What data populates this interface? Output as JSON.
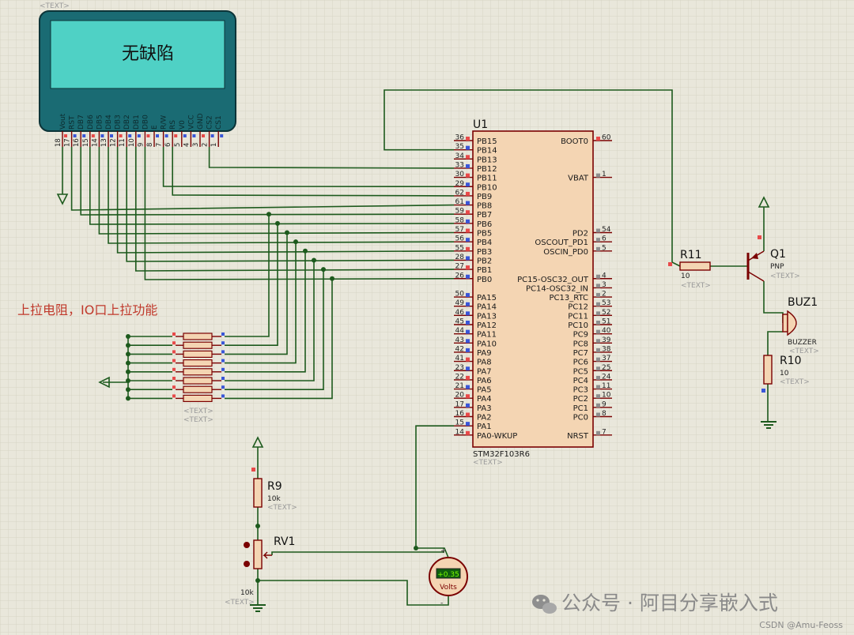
{
  "lcd": {
    "text_tag": "<TEXT>",
    "display_text": "无缺陷",
    "pin_labels": [
      "Vout",
      "RST",
      "DB7",
      "DB6",
      "DB5",
      "DB4",
      "DB3",
      "DB2",
      "DB1",
      "DB0",
      "E",
      "R/W",
      "RS",
      "V0",
      "VCC",
      "GND",
      "CS2",
      "CS1"
    ],
    "pin_numbers": [
      "18",
      "17",
      "16",
      "15",
      "14",
      "13",
      "12",
      "11",
      "10",
      "9",
      "8",
      "7",
      "6",
      "5",
      "4",
      "3",
      "2",
      "1"
    ]
  },
  "mcu": {
    "ref": "U1",
    "part": "STM32F103R6",
    "text_tag": "<TEXT>",
    "left_pins": [
      {
        "name": "PB15",
        "num": "36"
      },
      {
        "name": "PB14",
        "num": "35"
      },
      {
        "name": "PB13",
        "num": "34"
      },
      {
        "name": "PB12",
        "num": "33"
      },
      {
        "name": "PB11",
        "num": "30"
      },
      {
        "name": "PB10",
        "num": "29"
      },
      {
        "name": "PB9",
        "num": "62"
      },
      {
        "name": "PB8",
        "num": "61"
      },
      {
        "name": "PB7",
        "num": "59"
      },
      {
        "name": "PB6",
        "num": "58"
      },
      {
        "name": "PB5",
        "num": "57"
      },
      {
        "name": "PB4",
        "num": "56"
      },
      {
        "name": "PB3",
        "num": "55"
      },
      {
        "name": "PB2",
        "num": "28"
      },
      {
        "name": "PB1",
        "num": "27"
      },
      {
        "name": "PB0",
        "num": "26"
      },
      {
        "name": "PA15",
        "num": "50"
      },
      {
        "name": "PA14",
        "num": "49"
      },
      {
        "name": "PA13",
        "num": "46"
      },
      {
        "name": "PA12",
        "num": "45"
      },
      {
        "name": "PA11",
        "num": "44"
      },
      {
        "name": "PA10",
        "num": "43"
      },
      {
        "name": "PA9",
        "num": "42"
      },
      {
        "name": "PA8",
        "num": "41"
      },
      {
        "name": "PA7",
        "num": "23"
      },
      {
        "name": "PA6",
        "num": "22"
      },
      {
        "name": "PA5",
        "num": "21"
      },
      {
        "name": "PA4",
        "num": "20"
      },
      {
        "name": "PA3",
        "num": "17"
      },
      {
        "name": "PA2",
        "num": "16"
      },
      {
        "name": "PA1",
        "num": "15"
      },
      {
        "name": "PA0-WKUP",
        "num": "14"
      }
    ],
    "right_pins": [
      {
        "name": "BOOT0",
        "num": "60",
        "row": 0
      },
      {
        "name": "VBAT",
        "num": "1",
        "row": 4
      },
      {
        "name": "PD2",
        "num": "54",
        "row": 10
      },
      {
        "name": "OSCOUT_PD1",
        "num": "6",
        "row": 11
      },
      {
        "name": "OSCIN_PD0",
        "num": "5",
        "row": 12
      },
      {
        "name": "PC15-OSC32_OUT",
        "num": "4",
        "row": 15
      },
      {
        "name": "PC14-OSC32_IN",
        "num": "3",
        "row": 16
      },
      {
        "name": "PC13_RTC",
        "num": "2",
        "row": 17
      },
      {
        "name": "PC12",
        "num": "53",
        "row": 18
      },
      {
        "name": "PC11",
        "num": "52",
        "row": 19
      },
      {
        "name": "PC10",
        "num": "51",
        "row": 20
      },
      {
        "name": "PC9",
        "num": "40",
        "row": 21
      },
      {
        "name": "PC8",
        "num": "39",
        "row": 22
      },
      {
        "name": "PC7",
        "num": "38",
        "row": 23
      },
      {
        "name": "PC6",
        "num": "37",
        "row": 24
      },
      {
        "name": "PC5",
        "num": "25",
        "row": 25
      },
      {
        "name": "PC4",
        "num": "24",
        "row": 26
      },
      {
        "name": "PC3",
        "num": "11",
        "row": 27
      },
      {
        "name": "PC2",
        "num": "10",
        "row": 28
      },
      {
        "name": "PC1",
        "num": "9",
        "row": 29
      },
      {
        "name": "PC0",
        "num": "8",
        "row": 30
      },
      {
        "name": "NRST",
        "num": "7",
        "row": 32
      }
    ]
  },
  "annotation": {
    "pullup_note": "上拉电阻，IO口上拉功能"
  },
  "resistor_pack": {
    "text_tag_1": "<TEXT>",
    "text_tag_2": "<TEXT>"
  },
  "r11": {
    "ref": "R11",
    "value": "10",
    "text_tag": "<TEXT>"
  },
  "q1": {
    "ref": "Q1",
    "value": "PNP",
    "text_tag": "<TEXT>"
  },
  "buz1": {
    "ref": "BUZ1",
    "value": "BUZZER",
    "text_tag": "<TEXT>"
  },
  "r10": {
    "ref": "R10",
    "value": "10",
    "text_tag": "<TEXT>"
  },
  "r9": {
    "ref": "R9",
    "value": "10k",
    "text_tag": "<TEXT>"
  },
  "rv1": {
    "ref": "RV1",
    "value": "10k",
    "text_tag": "<TEXT>"
  },
  "voltmeter": {
    "reading": "+0.35",
    "unit": "Volts"
  },
  "watermark": {
    "text": "公众号 · 阿目分享嵌入式",
    "credit": "CSDN @Amu-Feoss"
  },
  "colors": {
    "background": "#e9e7db",
    "wire": "#1d5a1d",
    "component_outline": "#7a0000",
    "component_fill": "#f4d5b3",
    "lcd_body": "#1a6b73",
    "lcd_screen": "#4fd1c5"
  }
}
